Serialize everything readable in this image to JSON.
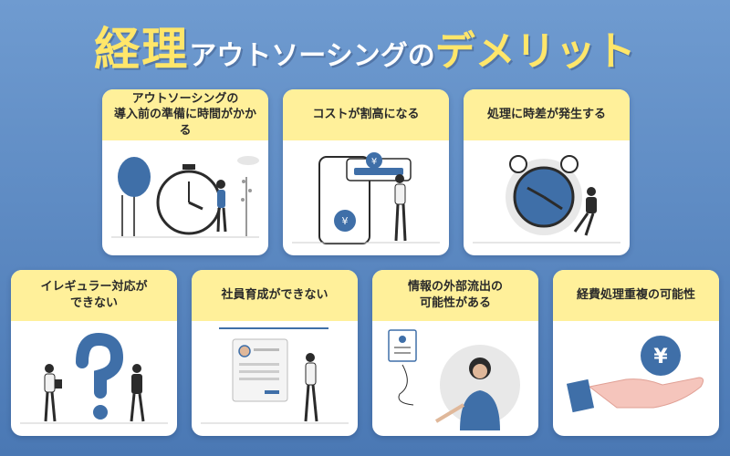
{
  "title": {
    "part1": "経理",
    "part2": "アウトソーシングの",
    "part3": "デメリット"
  },
  "cards": [
    {
      "label": "アウトソーシングの\n導入前の準備に時間がかかる"
    },
    {
      "label": "コストが割高になる",
      "currency": "¥"
    },
    {
      "label": "処理に時差が発生する"
    },
    {
      "label": "イレギュラー対応が\nできない"
    },
    {
      "label": "社員育成ができない"
    },
    {
      "label": "情報の外部流出の\n可能性がある"
    },
    {
      "label": "経費処理重複の可能性",
      "currency": "¥"
    }
  ],
  "colors": {
    "accent_yellow": "#fff09a",
    "title_yellow": "#ffe66a",
    "blue": "#3f6fa8",
    "dark": "#2b2b2b"
  }
}
